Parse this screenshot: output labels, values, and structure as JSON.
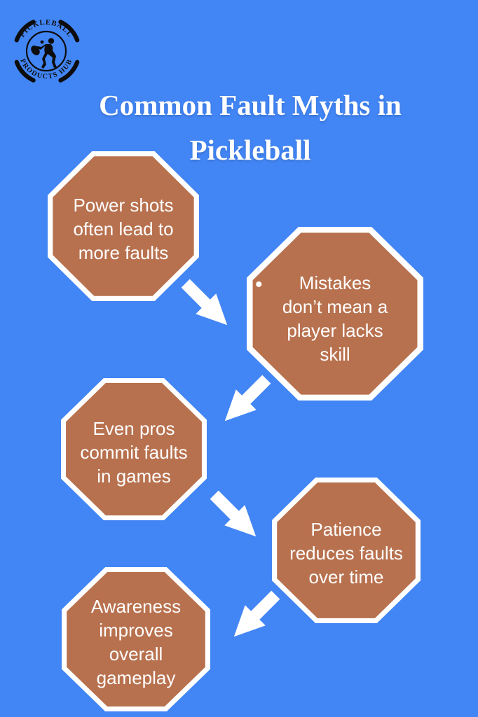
{
  "colors": {
    "background": "#4285f4",
    "octagon-fill": "#b8714e",
    "octagon-border": "#ffffff",
    "arrow": "#ffffff",
    "title-text": "#ffffff",
    "node-text": "#ffffff",
    "logo-ink": "#0d0d0d"
  },
  "logo": {
    "arc_text_top": "PICKLEBALL",
    "arc_text_bottom": "PRODUCTS HUB",
    "icon": "pickleball-player-silhouette"
  },
  "title": {
    "line1": "Common Fault Myths in",
    "line2": "Pickleball"
  },
  "diagram": {
    "nodes": [
      {
        "shape": "octagon",
        "lines": [
          "Power shots",
          "often lead to",
          "more faults"
        ]
      },
      {
        "shape": "octagon",
        "bullet": "•",
        "lines": [
          "Mistakes",
          "don’t mean a",
          "player lacks",
          "skill"
        ]
      },
      {
        "shape": "octagon",
        "lines": [
          "Even pros",
          "commit faults",
          "in games"
        ]
      },
      {
        "shape": "octagon",
        "lines": [
          "Patience",
          "reduces faults",
          "over time"
        ]
      },
      {
        "shape": "octagon",
        "lines": [
          "Awareness",
          "improves",
          "overall",
          "gameplay"
        ]
      }
    ],
    "arrows": [
      {
        "from": 1,
        "to": 2,
        "direction": "down-right"
      },
      {
        "from": 2,
        "to": 3,
        "direction": "down-left"
      },
      {
        "from": 3,
        "to": 4,
        "direction": "down-right"
      },
      {
        "from": 4,
        "to": 5,
        "direction": "down-left"
      }
    ]
  }
}
